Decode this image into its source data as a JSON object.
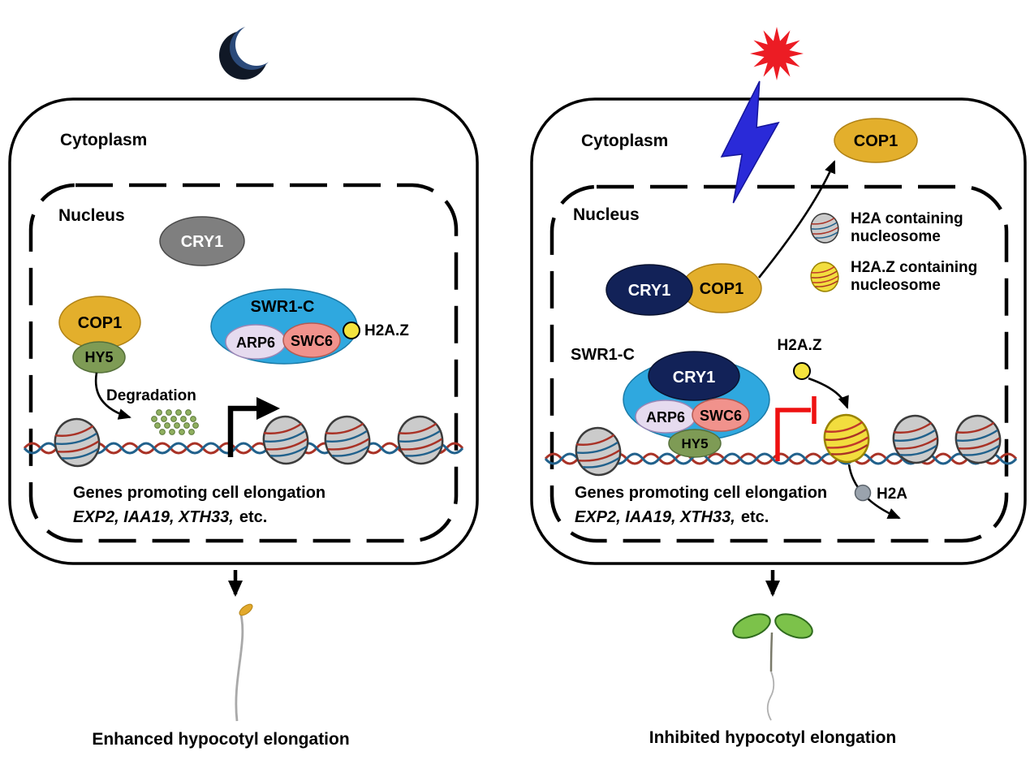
{
  "left": {
    "condition": "dark",
    "cytoplasm": "Cytoplasm",
    "nucleus": "Nucleus",
    "cry1": "CRY1",
    "cop1": "COP1",
    "hy5": "HY5",
    "swr1c": "SWR1-C",
    "arp6": "ARP6",
    "swc6": "SWC6",
    "h2az": "H2A.Z",
    "degradation": "Degradation",
    "genes_title": "Genes promoting cell elongation",
    "genes_list": "EXP2, IAA19, XTH33,",
    "genes_etc": "etc.",
    "outcome": "Enhanced hypocotyl elongation"
  },
  "right": {
    "condition": "light",
    "cytoplasm": "Cytoplasm",
    "nucleus": "Nucleus",
    "cop1_cyto": "COP1",
    "cry1": "CRY1",
    "cop1": "COP1",
    "swr1c": "SWR1-C",
    "cry1_complex": "CRY1",
    "arp6": "ARP6",
    "swc6": "SWC6",
    "hy5": "HY5",
    "h2az": "H2A.Z",
    "h2a": "H2A",
    "genes_title": "Genes promoting cell elongation",
    "genes_list": "EXP2, IAA19, XTH33,",
    "genes_etc": "etc.",
    "outcome": "Inhibited hypocotyl elongation"
  },
  "legend": {
    "h2a_l1": "H2A containing",
    "h2a_l2": "nucleosome",
    "h2az_l1": "H2A.Z containing",
    "h2az_l2": "nucleosome"
  },
  "colors": {
    "cop1": "#E3AF2C",
    "hy5": "#7E9B55",
    "cry1_gray": "#7F7F7F",
    "cry1_navy": "#122258",
    "swr1c_blue": "#2FA8DF",
    "arp6": "#E6DBEF",
    "swc6": "#F1928C",
    "h2az_yellow": "#F4E33D",
    "nucleosome_gray": "#C9C9C9",
    "nucleosome_yellow": "#EFD93C",
    "dna_red": "#A93226",
    "dna_blue": "#21618C",
    "sun_red": "#EC1C24",
    "bolt_blue": "#2A2AD8",
    "inhibit_red": "#EE1111",
    "leaf_green": "#7CC24A",
    "dots_green": "#8FAF5F",
    "h2a_gray": "#9AA3AD"
  }
}
